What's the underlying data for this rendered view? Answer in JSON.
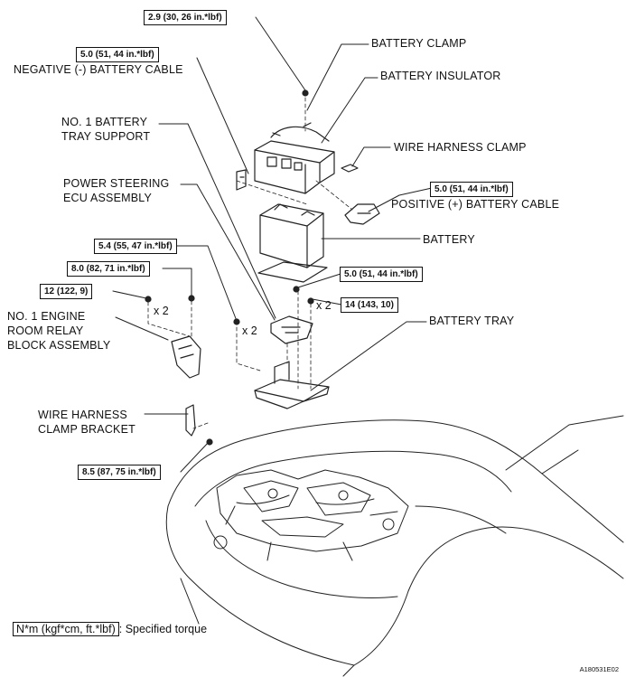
{
  "torques": {
    "t1": "2.9 (30, 26 in.*lbf)",
    "t2": "5.0 (51, 44 in.*lbf)",
    "t3": "5.0 (51, 44 in.*lbf)",
    "t4": "5.4 (55, 47 in.*lbf)",
    "t5": "8.0 (82, 71 in.*lbf)",
    "t6": "12 (122, 9)",
    "t7": "5.0 (51, 44 in.*lbf)",
    "t8": "14 (143, 10)",
    "t9": "8.5 (87, 75 in.*lbf)"
  },
  "labels": {
    "battery_clamp": "BATTERY CLAMP",
    "negative_cable": "NEGATIVE (-) BATTERY CABLE",
    "battery_insulator": "BATTERY INSULATOR",
    "tray_support_1": "NO. 1 BATTERY",
    "tray_support_2": "TRAY SUPPORT",
    "wire_harness_clamp": "WIRE HARNESS CLAMP",
    "positive_cable": "POSITIVE (+) BATTERY CABLE",
    "ps_ecu_1": "POWER STEERING",
    "ps_ecu_2": "ECU ASSEMBLY",
    "battery": "BATTERY",
    "relay_1": "NO. 1 ENGINE",
    "relay_2": "ROOM RELAY",
    "relay_3": "BLOCK ASSEMBLY",
    "battery_tray": "BATTERY TRAY",
    "bracket_1": "WIRE HARNESS",
    "bracket_2": "CLAMP BRACKET"
  },
  "multipliers": {
    "m1": "x 2",
    "m2": "x 2",
    "m3": "x 2"
  },
  "legend": {
    "unit": "N*m (kgf*cm, ft.*lbf)",
    "text": ": Specified torque"
  },
  "figure_code": "A180531E02"
}
